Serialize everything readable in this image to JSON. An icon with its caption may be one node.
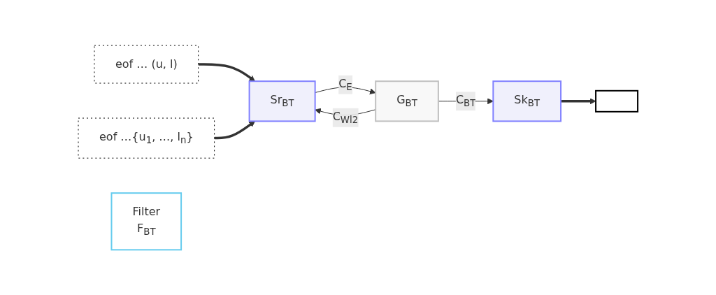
{
  "diagram": {
    "nodes": [
      {
        "text": [
          "eof … (u, l)"
        ]
      },
      {
        "text": [
          "eof …{u$_{1}$, …, l$_{n}$}"
        ]
      },
      {
        "text": [
          "Sr$_{BT}$"
        ]
      },
      {
        "text": [
          "Filter",
          "F$_{BT}$"
        ]
      },
      {
        "text": [
          "G$_{BT}$"
        ]
      },
      {
        "text": [
          "Sk$_{BT}$"
        ]
      },
      {
        "text": [],
        "shape": "box"
      }
    ],
    "edges": [
      {
        "from": 0,
        "to": 2,
        "arrow": "to",
        "style": "thick"
      },
      {
        "from": 1,
        "to": 2,
        "arrow": "to",
        "style": "thick"
      },
      {
        "from": 2,
        "to": 4,
        "arrow": "to",
        "label": "C$_{E}$"
      },
      {
        "from": 4,
        "to": 5,
        "arrow": "to",
        "label": "C$_{BT}$"
      },
      {
        "from": 5,
        "to": 6,
        "arrow": "to",
        "style": "thick"
      },
      {
        "from": 4,
        "to": 2,
        "arrow": "to",
        "label": "C$_{Wl2}$"
      }
    ]
  }
}
